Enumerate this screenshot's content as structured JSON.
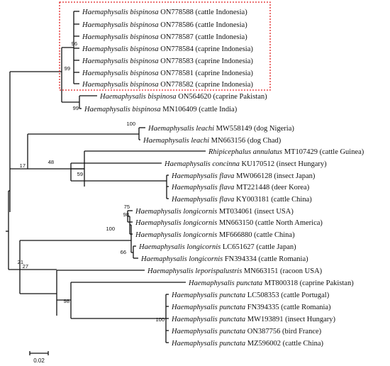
{
  "tree": {
    "highlight_color": "#e02020",
    "taxa": [
      {
        "species": "Haemaphysalis bispinosa",
        "rest": "ON778588 (cattle Indonesia)"
      },
      {
        "species": "Haemaphysalis bispinosa",
        "rest": "ON778586 (cattle Indonesia)"
      },
      {
        "species": "Haemaphysalis bispinosa",
        "rest": "ON778587 (cattle Indonesia)"
      },
      {
        "species": "Haemaphysalis bispinosa",
        "rest": "ON778584 (caprine Indonesia)"
      },
      {
        "species": "Haemaphysalis bispinosa",
        "rest": "ON778583 (caprine Indonesia)"
      },
      {
        "species": "Haemaphysalis bispinosa",
        "rest": "ON778581 (caprine Indonesia)"
      },
      {
        "species": "Haemaphysalis bispinosa",
        "rest": "ON778582 (caprine Indonesia)"
      },
      {
        "species": "Haemaphysalis bispinosa",
        "rest": "ON564620 (caprine Pakistan)"
      },
      {
        "species": "Haemaphysalis bispinosa",
        "rest": "MN106409 (cattle India)"
      },
      {
        "species": "Haemaphysalis leachi",
        "rest": "MW558149 (dog Nigeria)"
      },
      {
        "species": "Haemaphysalis leachi",
        "rest": "MN663156 (dog Chad)"
      },
      {
        "species": "Rhipicephalus annulatus",
        "rest": "MT107429 (cattle Guinea)"
      },
      {
        "species": "Haemaphysalis concinna",
        "rest": "KU170512 (insect Hungary)"
      },
      {
        "species": "Haemaphysalis flava",
        "rest": "MW066128 (insect Japan)"
      },
      {
        "species": "Haemaphysalis flava",
        "rest": "MT221448 (deer Korea)"
      },
      {
        "species": "Haemaphysalis flava",
        "rest": "KY003181 (cattle China)"
      },
      {
        "species": "Haemaphysalis longicornis",
        "rest": "MT034061 (insect USA)"
      },
      {
        "species": "Haemaphysalis longicornis",
        "rest": "MN663150 (cattle North America)"
      },
      {
        "species": "Haemaphysalis longicornis",
        "rest": "MF666880 (cattle China)"
      },
      {
        "species": "Haemaphysalis longicornis",
        "rest": "LC651627 (cattle Japan)"
      },
      {
        "species": "Haemaphysalis longicornis",
        "rest": "FN394334 (cattle Romania)"
      },
      {
        "species": "Haemaphysalis leporispalustris",
        "rest": "MN663151 (racoon USA)"
      },
      {
        "species": "Haemaphysalis punctata",
        "rest": "MT800318 (caprine Pakistan)"
      },
      {
        "species": "Haemaphysalis punctata",
        "rest": "LC508353 (cattle Portugal)"
      },
      {
        "species": "Haemaphysalis punctata",
        "rest": "FN394335 (cattle Romania)"
      },
      {
        "species": "Haemaphysalis punctata",
        "rest": "MW193891 (insect Hungary)"
      },
      {
        "species": "Haemaphysalis punctata",
        "rest": "ON387756 (bird France)"
      },
      {
        "species": "Haemaphysalis punctata",
        "rest": "MZ596002 (cattle China)"
      }
    ],
    "bootstrap": [
      {
        "id": "n96",
        "value": "96"
      },
      {
        "id": "n99a",
        "value": "99"
      },
      {
        "id": "n99b",
        "value": "99"
      },
      {
        "id": "n100leachi",
        "value": "100"
      },
      {
        "id": "n17",
        "value": "17"
      },
      {
        "id": "n48",
        "value": "48"
      },
      {
        "id": "n59",
        "value": "59"
      },
      {
        "id": "n75",
        "value": "75"
      },
      {
        "id": "n98a",
        "value": "98"
      },
      {
        "id": "n100long",
        "value": "100"
      },
      {
        "id": "n66",
        "value": "66"
      },
      {
        "id": "n21",
        "value": "21"
      },
      {
        "id": "n27",
        "value": "27"
      },
      {
        "id": "n98b",
        "value": "98"
      },
      {
        "id": "n100punct",
        "value": "100"
      }
    ],
    "scale_bar": {
      "label": "0.02"
    }
  }
}
